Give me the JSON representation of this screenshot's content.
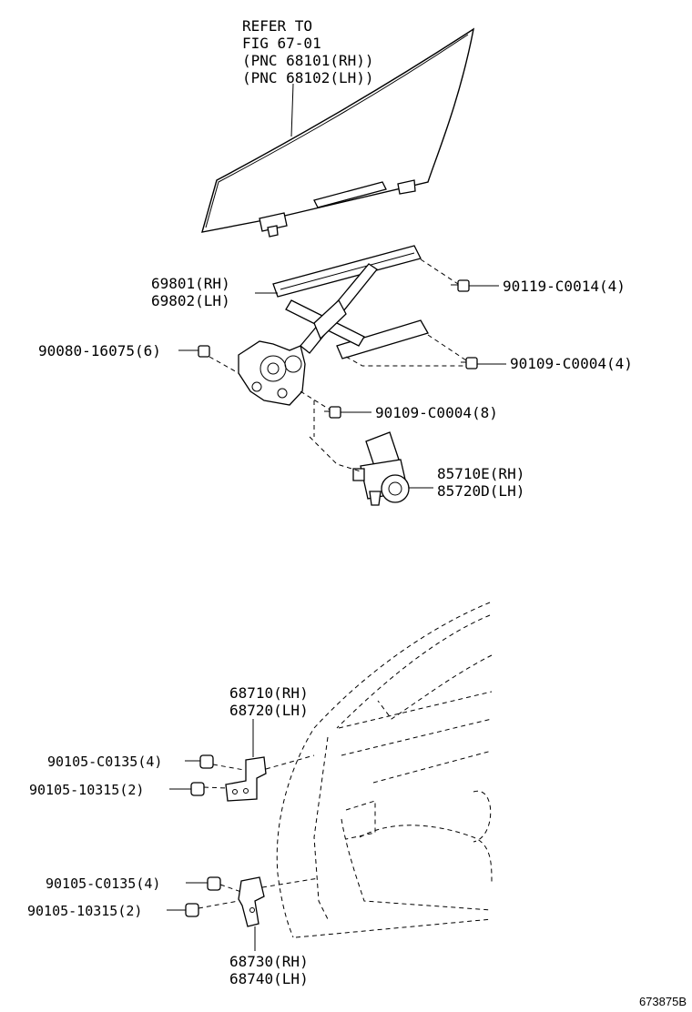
{
  "refer_note": {
    "line1": "REFER TO",
    "line2": "FIG 67-01",
    "line3": "(PNC 68101(RH))",
    "line4": "(PNC 68102(LH))"
  },
  "labels": {
    "regulator_rh": "69801(RH)",
    "regulator_lh": "69802(LH)",
    "bolt_90119": "90119-C0014(4)",
    "bolt_90080": "90080-16075(6)",
    "bolt_90109_4": "90109-C0004(4)",
    "bolt_90109_8": "90109-C0004(8)",
    "motor_rh": "85710E(RH)",
    "motor_lh": "85720D(LH)",
    "upper_hinge_rh": "68710(RH)",
    "upper_hinge_lh": "68720(LH)",
    "upper_bolt_c0135": "90105-C0135(4)",
    "upper_bolt_10315": "90105-10315(2)",
    "lower_bolt_c0135": "90105-C0135(4)",
    "lower_bolt_10315": "90105-10315(2)",
    "lower_hinge_rh": "68730(RH)",
    "lower_hinge_lh": "68740(LH)"
  },
  "footer": {
    "code": "673875B"
  }
}
